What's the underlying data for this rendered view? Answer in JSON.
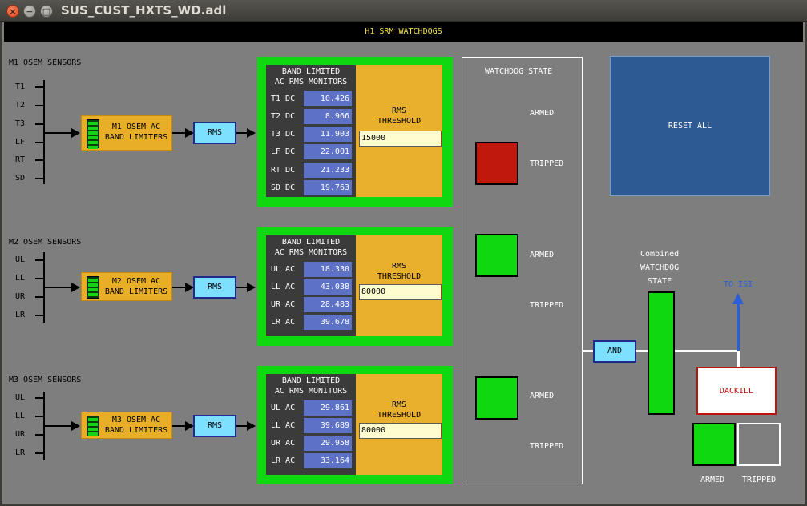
{
  "window": {
    "title": "SUS_CUST_HXTS_WD.adl"
  },
  "header": {
    "title": "H1 SRM WATCHDOGS"
  },
  "sections": [
    {
      "sensors_title": "M1 OSEM SENSORS",
      "sensors": [
        "T1",
        "T2",
        "T3",
        "LF",
        "RT",
        "SD"
      ],
      "limiter_label": "M1 OSEM AC BAND LIMITERS",
      "rms_label": "RMS",
      "monitor_title": "BAND LIMITED AC RMS MONITORS",
      "channels": [
        {
          "name": "T1 DC",
          "value": "10.426"
        },
        {
          "name": "T2 DC",
          "value": "8.966"
        },
        {
          "name": "T3 DC",
          "value": "11.903"
        },
        {
          "name": "LF DC",
          "value": "22.001"
        },
        {
          "name": "RT DC",
          "value": "21.233"
        },
        {
          "name": "SD DC",
          "value": "19.763"
        }
      ],
      "threshold_label": "RMS THRESHOLD",
      "threshold_value": "15000"
    },
    {
      "sensors_title": "M2 OSEM SENSORS",
      "sensors": [
        "UL",
        "LL",
        "UR",
        "LR"
      ],
      "limiter_label": "M2 OSEM AC BAND LIMITERS",
      "rms_label": "RMS",
      "monitor_title": "BAND LIMITED AC RMS MONITORS",
      "channels": [
        {
          "name": "UL AC",
          "value": "18.330"
        },
        {
          "name": "LL AC",
          "value": "43.038"
        },
        {
          "name": "UR AC",
          "value": "28.483"
        },
        {
          "name": "LR AC",
          "value": "39.678"
        }
      ],
      "threshold_label": "RMS THRESHOLD",
      "threshold_value": "80000"
    },
    {
      "sensors_title": "M3 OSEM SENSORS",
      "sensors": [
        "UL",
        "LL",
        "UR",
        "LR"
      ],
      "limiter_label": "M3 OSEM AC BAND LIMITERS",
      "rms_label": "RMS",
      "monitor_title": "BAND LIMITED AC RMS MONITORS",
      "channels": [
        {
          "name": "UL AC",
          "value": "29.861"
        },
        {
          "name": "LL AC",
          "value": "39.689"
        },
        {
          "name": "UR AC",
          "value": "29.958"
        },
        {
          "name": "LR AC",
          "value": "33.164"
        }
      ],
      "threshold_label": "RMS THRESHOLD",
      "threshold_value": "80000"
    }
  ],
  "watchdog": {
    "title": "WATCHDOG STATE",
    "armed_label": "ARMED",
    "tripped_label": "TRIPPED",
    "states": [
      "TRIPPED",
      "ARMED",
      "ARMED"
    ]
  },
  "reset_all": "RESET ALL",
  "and_label": "AND",
  "combined": {
    "title_line1": "Combined",
    "title_line2": "WATCHDOG",
    "title_line3": "STATE"
  },
  "to_isi": "TO ISI",
  "dackill": "DACKILL",
  "dackill_state": {
    "armed_label": "ARMED",
    "tripped_label": "TRIPPED"
  },
  "colors": {
    "armed": "#10d810",
    "tripped": "#c0180c",
    "limiter": "#e8ae28",
    "rms": "#7ee0ff",
    "header_text": "#f0e04a",
    "reset": "#2d5a92"
  }
}
